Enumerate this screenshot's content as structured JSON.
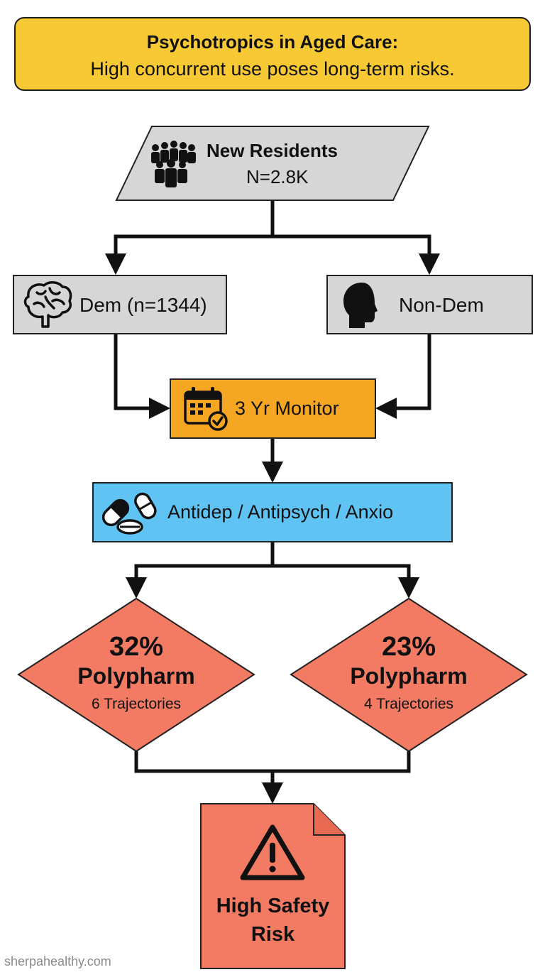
{
  "title": {
    "heading": "Psychotropics in Aged Care:",
    "subtitle": "High concurrent use poses long-term risks."
  },
  "nodes": {
    "residents": {
      "label": "New Residents",
      "count": "N=2.8K",
      "icon": "people-group-icon"
    },
    "dementia": {
      "label": "Dem (n=1344)",
      "icon": "brain-icon"
    },
    "non_dementia": {
      "label": "Non-Dem",
      "icon": "head-silhouette-icon"
    },
    "monitor": {
      "label": "3 Yr Monitor",
      "icon": "calendar-check-icon"
    },
    "drugs": {
      "label": "Antidep / Antipsych / Anxio",
      "icon": "pills-icon"
    },
    "dem_outcome": {
      "percent": "32%",
      "label": "Polypharm",
      "detail": "6 Trajectories"
    },
    "nondem_outcome": {
      "percent": "23%",
      "label": "Polypharm",
      "detail": "4 Trajectories"
    },
    "risk": {
      "line1": "High Safety",
      "line2": "Risk",
      "icon": "warning-triangle-icon"
    }
  },
  "colors": {
    "banner": "#f7c934",
    "grey_box": "#d6d6d6",
    "monitor": "#f5a623",
    "drugs": "#5fc4f4",
    "outcome": "#f47b63",
    "line": "#111111"
  },
  "watermark": "sherpahealthy.com"
}
